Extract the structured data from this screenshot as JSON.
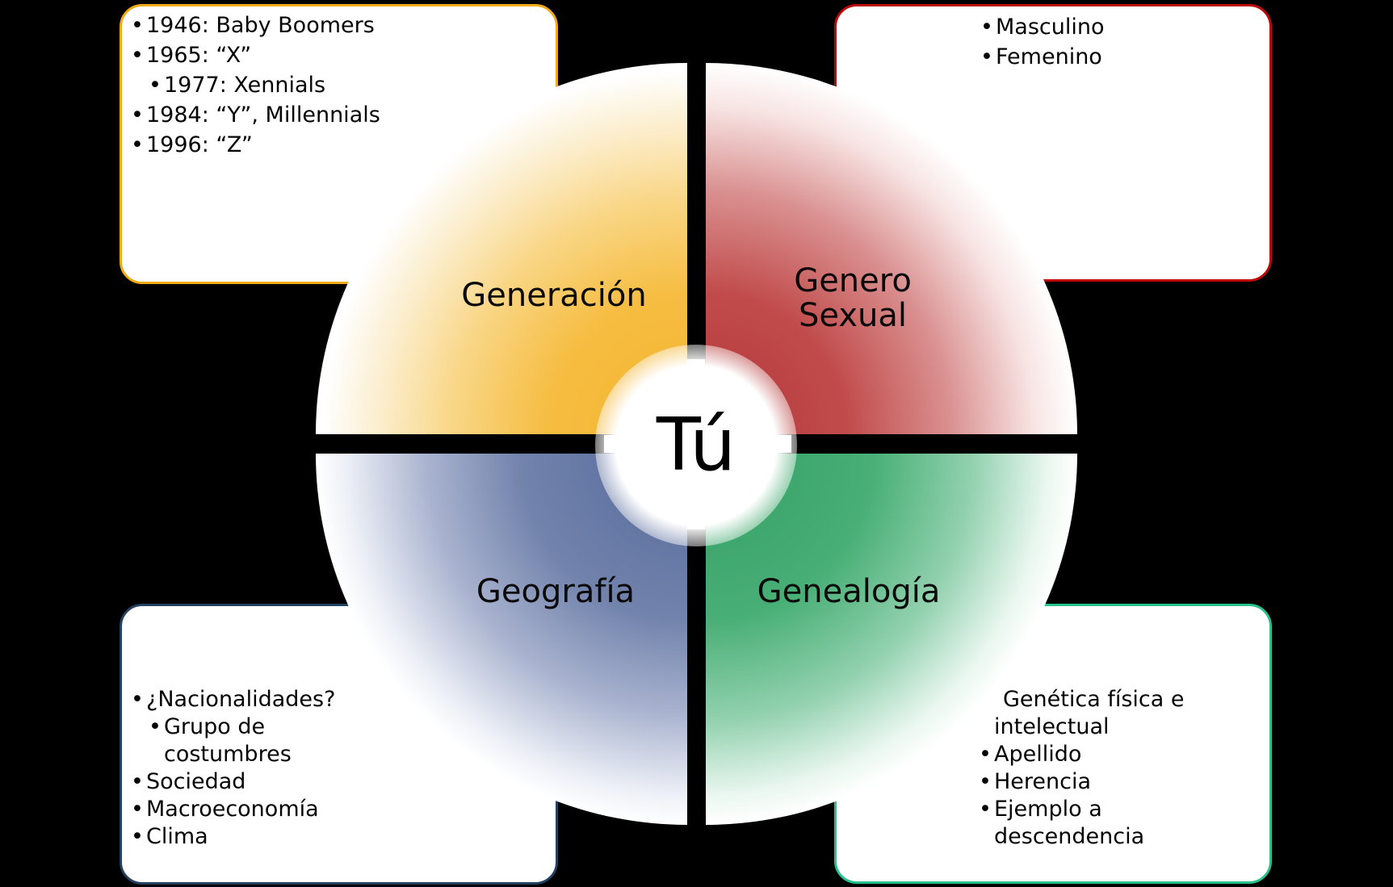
{
  "ui": {
    "bullet": "•",
    "background_color": "#000000"
  },
  "center": {
    "label": "Tú"
  },
  "quadrants": {
    "generacion": {
      "label": "Generación",
      "color": "#F5B42C"
    },
    "genero": {
      "label": "Genero Sexual",
      "label_lines": [
        "Genero",
        "Sexual"
      ],
      "color": "#B43636"
    },
    "geografia": {
      "label": "Geografía",
      "color": "#54689B"
    },
    "genealogia": {
      "label": "Genealogía",
      "color": "#339F63"
    }
  },
  "callouts": {
    "generacion": {
      "border_color": "#EFA913",
      "items": [
        {
          "text": "1946: Baby Boomers",
          "level": 1,
          "bullet": true
        },
        {
          "text": "1965: “X”",
          "level": 1,
          "bullet": true
        },
        {
          "text": "1977: Xennials",
          "level": 2,
          "bullet": true
        },
        {
          "text": "1984: “Y”, Millennials",
          "level": 1,
          "bullet": true
        },
        {
          "text": "1996: “Z”",
          "level": 1,
          "bullet": true
        }
      ]
    },
    "genero": {
      "border_color": "#BE0808",
      "items": [
        {
          "text": "Masculino",
          "level": 1,
          "bullet": true
        },
        {
          "text": "Femenino",
          "level": 1,
          "bullet": true
        }
      ]
    },
    "geografia": {
      "border_color": "#24415F",
      "items": [
        {
          "text": "¿Nacionalidades?",
          "level": 1,
          "bullet": true
        },
        {
          "text": "Grupo de",
          "level": 2,
          "bullet": true
        },
        {
          "text": "costumbres",
          "level": 2,
          "bullet": false
        },
        {
          "text": "Sociedad",
          "level": 1,
          "bullet": true
        },
        {
          "text": "Macroeconomía",
          "level": 1,
          "bullet": true
        },
        {
          "text": "Clima",
          "level": 1,
          "bullet": true
        }
      ]
    },
    "genealogia": {
      "border_color": "#28C38C",
      "items": [
        {
          "text": "Genética física e",
          "level": 1,
          "bullet": false
        },
        {
          "text": "intelectual",
          "level": 1,
          "bullet": false
        },
        {
          "text": "Apellido",
          "level": 1,
          "bullet": true
        },
        {
          "text": "Herencia",
          "level": 1,
          "bullet": true
        },
        {
          "text": "Ejemplo a",
          "level": 1,
          "bullet": true
        },
        {
          "text": "descendencia",
          "level": 1,
          "bullet": false
        }
      ]
    }
  }
}
